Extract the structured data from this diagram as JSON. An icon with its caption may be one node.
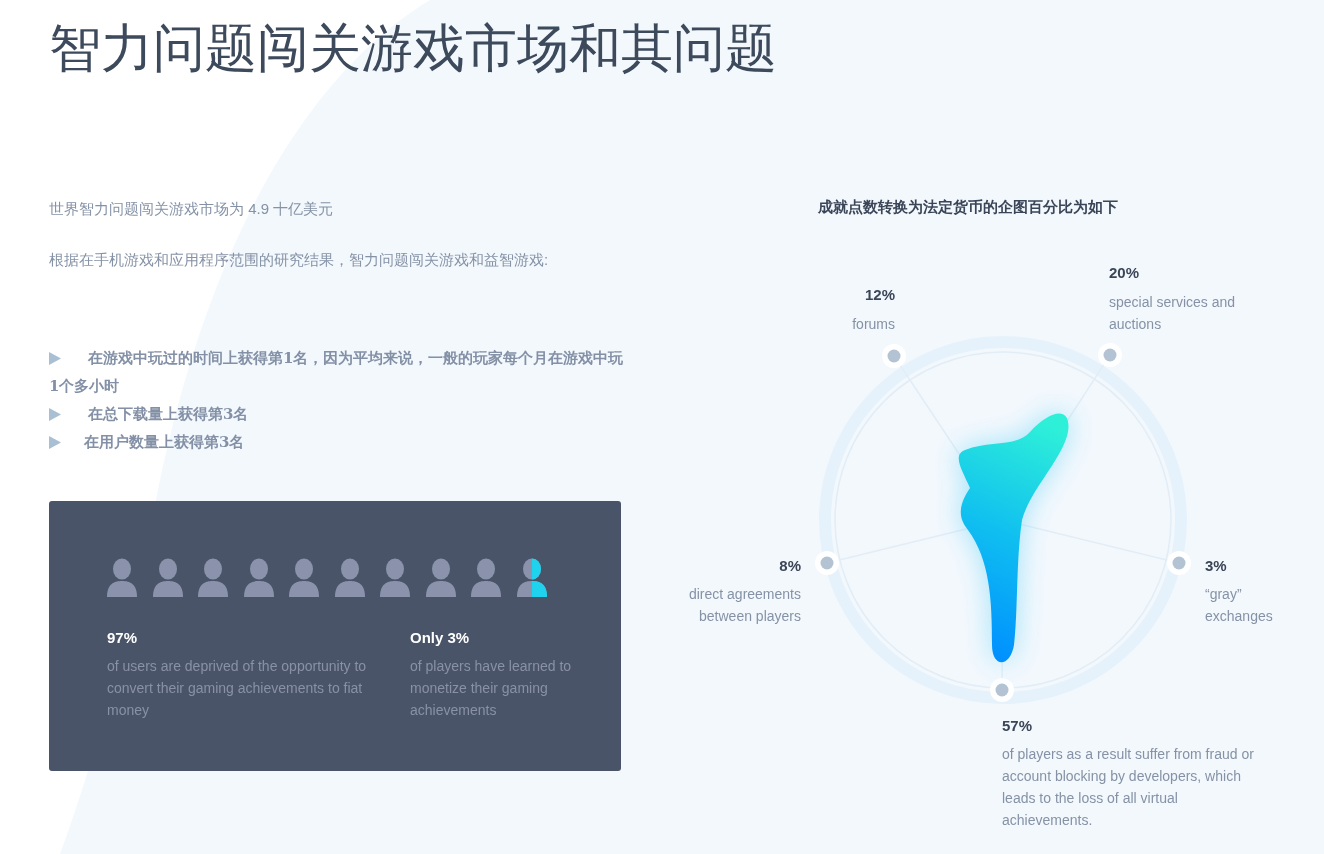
{
  "diagram": {
    "title": "智力问题闯关游戏市场和其问题",
    "nodes": [
      {
        "text": [
          "97%",
          "of users are deprived of the opportunity to convert their gaming achievements to fiat money",
          "Only 3%",
          "of players have learned to monetize their gaming achievements"
        ]
      }
    ],
    "labels": [
      "世界智力问题闯关游戏市场为 4.9 十亿美元",
      "根据在手机游戏和应用程序范围的研究结果，智力问题闯关游戏和益智游戏:",
      "在游戏中玩过的时间上获得第1名，因为平均来说，一般的玩家每个月在游戏中玩1个多小时",
      "在总下载量上获得第3名",
      "在用户数量上获得第3名",
      "成就点数转换为法定货币的企图百分比为如下",
      "12%",
      "forums",
      "20%",
      "special services and auctions",
      "8%",
      "direct agreements between players",
      "3%",
      "“gray” exchanges",
      "57%",
      "of players as a result suffer from fraud or account blocking by developers, which leads to the loss of all virtual achievements."
    ]
  }
}
